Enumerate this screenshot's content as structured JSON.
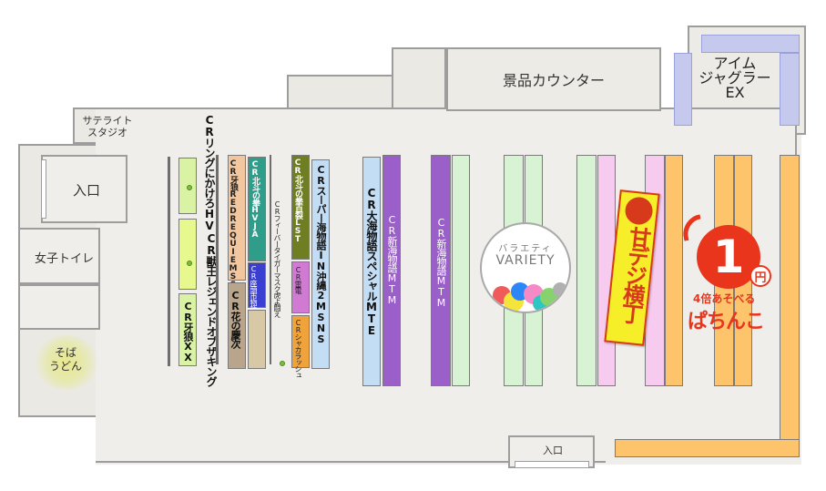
{
  "areas": {
    "prize_counter": "景品カウンター",
    "aim_juggler": "アイム\nジャグラー\nEX",
    "satellite_studio": "サテライト\nスタジオ",
    "entrance_left": "入口",
    "womens_toilet": "女子トイレ",
    "soba": "そば\nうどん",
    "entrance_bottom": "入口"
  },
  "machines": {
    "ring": "CRリングにかけろHV",
    "juou": "CR獣王レジェンドオブザキング",
    "kiba": "CR牙狼XX",
    "garo_red": "CR牙狼REDREQUIEMSS",
    "hokuto_hvja": "CR北斗の拳HVJA",
    "zatoichi": "CR座頭市物語2",
    "hana": "CR花の慶次",
    "tiger": "CRフィーバータイガーマスク虎よ闘え",
    "hokuto_lst": "CR北斗の拳百裂LST",
    "raiden": "CR雷電",
    "shaka": "CRシャカラッシュ",
    "okinawa": "CRスーパー海物語IN沖縄2MSNS",
    "oumi": "CR大海物語スペシャルMTE",
    "shin1": "CR新海物語MTM",
    "shin2": "CR新海物語MTM"
  },
  "variety": {
    "top": "バラエティ",
    "main": "VARIETY"
  },
  "amadeji": "甘デジ横丁",
  "one_yen": {
    "number": "1",
    "unit": "円",
    "sub": "4倍あそべる",
    "main": "ぱちんこ"
  }
}
